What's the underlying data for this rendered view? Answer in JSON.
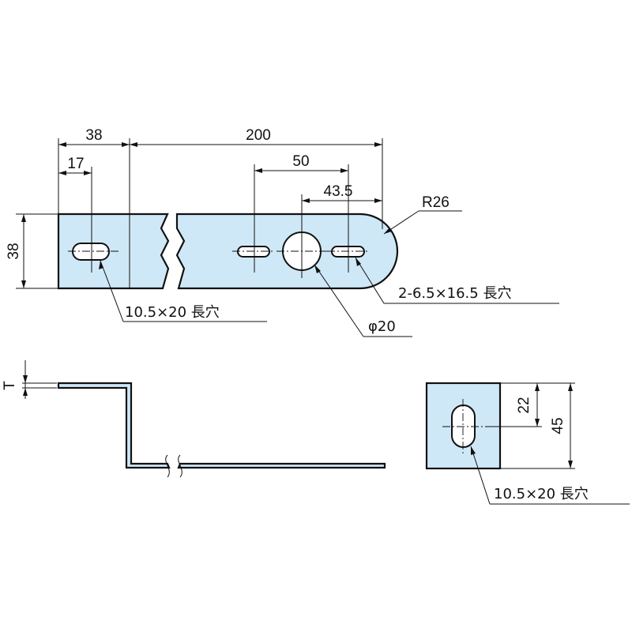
{
  "drawing": {
    "top_view": {
      "dim_overall_left": "38",
      "dim_hole_offset": "17",
      "dim_length": "200",
      "dim_slot_spacing": "50",
      "dim_hole_spacing": "43.5",
      "dim_radius": "R26",
      "dim_height": "38",
      "label_left_slot": "10.5×20 長穴",
      "label_right_slots": "2-6.5×16.5 長穴",
      "label_round_hole": "φ20"
    },
    "side_view": {
      "dim_thickness": "T"
    },
    "end_view": {
      "dim_slot_center": "22",
      "dim_height": "45",
      "label_slot": "10.5×20 長穴"
    }
  }
}
